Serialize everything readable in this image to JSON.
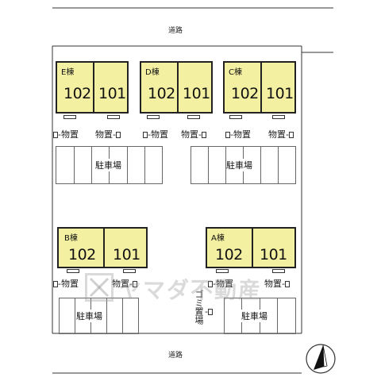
{
  "roads": {
    "top": "道路",
    "bottom": "道路"
  },
  "storage_label": "物置",
  "parking_label": "駐車場",
  "garbage_label": "ゴミ置場",
  "buildings": [
    {
      "id": "E",
      "name": "E棟",
      "units": [
        "102",
        "101"
      ]
    },
    {
      "id": "D",
      "name": "D棟",
      "units": [
        "102",
        "101"
      ]
    },
    {
      "id": "C",
      "name": "C棟",
      "units": [
        "102",
        "101"
      ]
    },
    {
      "id": "B",
      "name": "B棟",
      "units": [
        "102",
        "101"
      ]
    },
    {
      "id": "A",
      "name": "A棟",
      "units": [
        "102",
        "101"
      ]
    }
  ],
  "watermark": "ヤマダ不動産",
  "colors": {
    "building_fill": "#f3f0a2",
    "lines": "#222222",
    "watermark": "#969696"
  },
  "icons": {
    "compass": "north-arrow-icon",
    "watermark_logo": "logo-icon"
  }
}
